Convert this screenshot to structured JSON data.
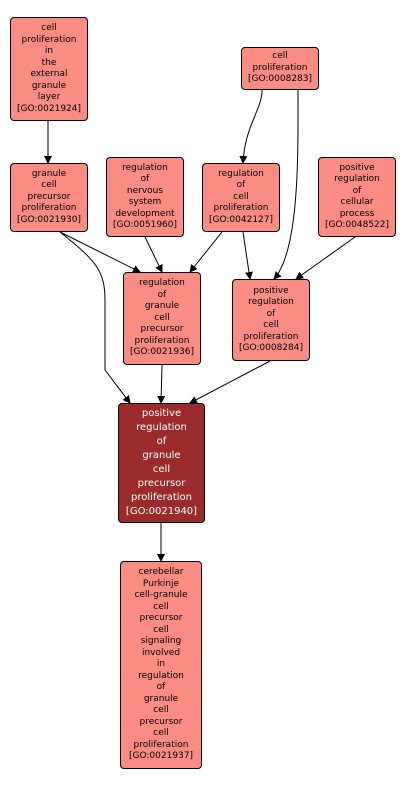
{
  "colors": {
    "node_fill": "#fa8c84",
    "focus_fill": "#9b2b2b",
    "focus_text": "#ffffff",
    "edge": "#000000"
  },
  "nodes": {
    "n21924": {
      "lines": [
        "cell",
        "proliferation",
        "in",
        "the",
        "external",
        "granule",
        "layer",
        "[GO:0021924]"
      ]
    },
    "n8283": {
      "lines": [
        "cell",
        "proliferation",
        "[GO:0008283]"
      ]
    },
    "n21930": {
      "lines": [
        "granule",
        "cell",
        "precursor",
        "proliferation",
        "[GO:0021930]"
      ]
    },
    "n51960": {
      "lines": [
        "regulation",
        "of",
        "nervous",
        "system",
        "development",
        "[GO:0051960]"
      ]
    },
    "n42127": {
      "lines": [
        "regulation",
        "of",
        "cell",
        "proliferation",
        "[GO:0042127]"
      ]
    },
    "n48522": {
      "lines": [
        "positive",
        "regulation",
        "of",
        "cellular",
        "process",
        "[GO:0048522]"
      ]
    },
    "n21936": {
      "lines": [
        "regulation",
        "of",
        "granule",
        "cell",
        "precursor",
        "proliferation",
        "[GO:0021936]"
      ]
    },
    "n8284": {
      "lines": [
        "positive",
        "regulation",
        "of",
        "cell",
        "proliferation",
        "[GO:0008284]"
      ]
    },
    "n21940": {
      "lines": [
        "positive",
        "regulation",
        "of",
        "granule",
        "cell",
        "precursor",
        "proliferation",
        "[GO:0021940]"
      ]
    },
    "n21937": {
      "lines": [
        "cerebellar",
        "Purkinje",
        "cell-granule",
        "cell",
        "precursor",
        "cell",
        "signaling",
        "involved",
        "in",
        "regulation",
        "of",
        "granule",
        "cell",
        "precursor",
        "cell",
        "proliferation",
        "[GO:0021937]"
      ]
    }
  }
}
